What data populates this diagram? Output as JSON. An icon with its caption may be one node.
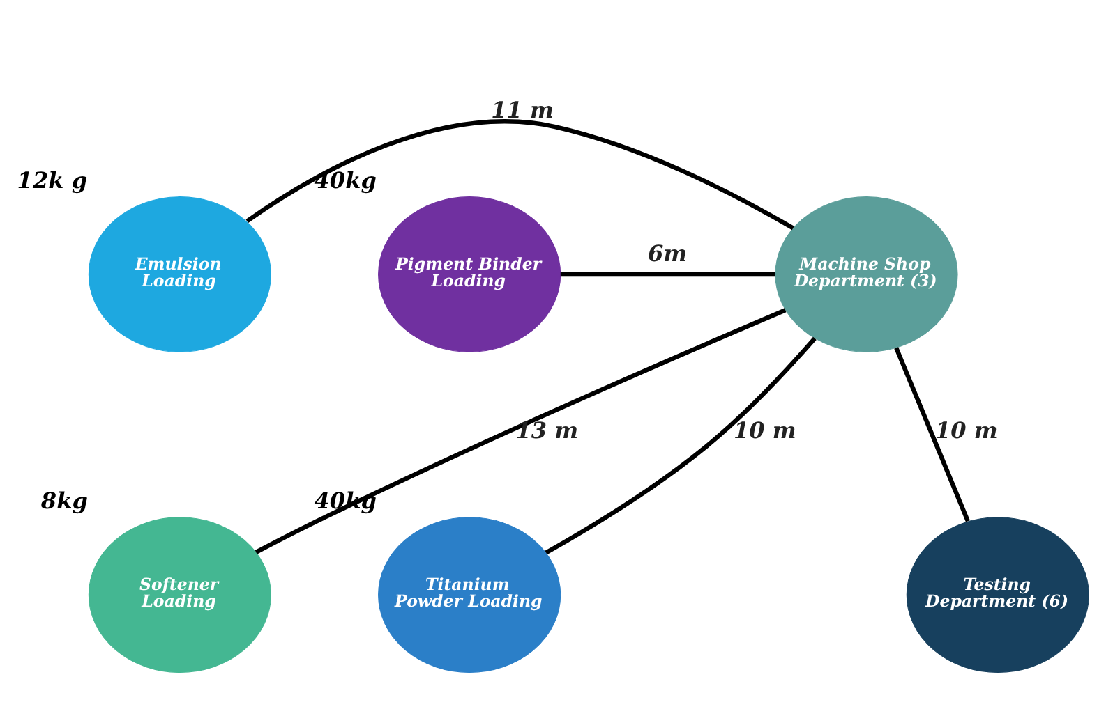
{
  "diagram": {
    "nodes": [
      {
        "text": [
          "Emulsion Loading"
        ],
        "beside": [
          "12k g"
        ]
      },
      {
        "text": [
          "Pigment Binder Loading"
        ],
        "beside": [
          "40kg"
        ]
      },
      {
        "text": [
          "Machine Shop Department (3)"
        ]
      },
      {
        "text": [
          "Softener Loading"
        ],
        "beside": [
          "8kg"
        ]
      },
      {
        "text": [
          "Titanium Powder Loading"
        ],
        "beside": [
          "40kg"
        ]
      },
      {
        "text": [
          "Testing Department (6)"
        ]
      }
    ],
    "edges": [
      {
        "from": 0,
        "to": 2,
        "arrow": "none",
        "label": "11 m"
      },
      {
        "from": 1,
        "to": 2,
        "arrow": "none",
        "label": "6m"
      },
      {
        "from": 3,
        "to": 2,
        "arrow": "none",
        "label": "13 m"
      },
      {
        "from": 4,
        "to": 2,
        "arrow": "none",
        "label": "10 m"
      },
      {
        "from": 2,
        "to": 5,
        "arrow": "none",
        "label": "10 m"
      }
    ]
  }
}
